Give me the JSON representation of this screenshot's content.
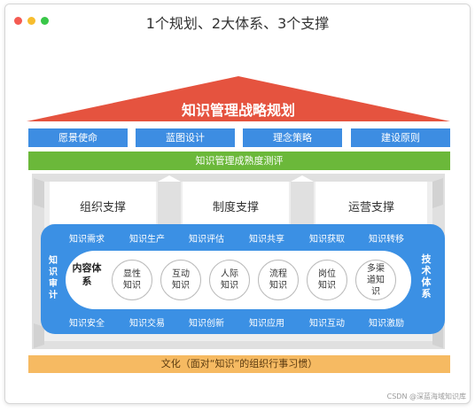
{
  "window": {
    "title": "1个规划、2大体系、3个支撑"
  },
  "strategy": {
    "label": "知识管理战略规划"
  },
  "vision": [
    "愿景使命",
    "蓝图设计",
    "理念策略",
    "建设原则"
  ],
  "maturity": "知识管理成熟度测评",
  "supports": [
    "组织支撑",
    "制度支撑",
    "运营支撑"
  ],
  "processes_top": [
    "知识需求",
    "知识生产",
    "知识评估",
    "知识共享",
    "知识获取",
    "知识转移"
  ],
  "processes_bottom": [
    "知识安全",
    "知识交易",
    "知识创新",
    "知识应用",
    "知识互动",
    "知识激励"
  ],
  "audit": "知识审计",
  "tech": "技术体系",
  "content": {
    "title": "内容体系",
    "items": [
      "显性知识",
      "互动知识",
      "人际知识",
      "流程知识",
      "岗位知识",
      "多渠道知识"
    ]
  },
  "culture": "文化（面对“知识”的组织行事习惯）",
  "watermark": "CSDN @深蓝海域知识库",
  "colors": {
    "roof": "#e5533f",
    "vision": "#3d8de2",
    "maturity": "#6bb83a",
    "core": "#3b90e4",
    "culture": "#f6ba62",
    "frame": "#e0e0e0"
  },
  "icons": [
    "close-dot",
    "minimize-dot",
    "maximize-dot"
  ]
}
